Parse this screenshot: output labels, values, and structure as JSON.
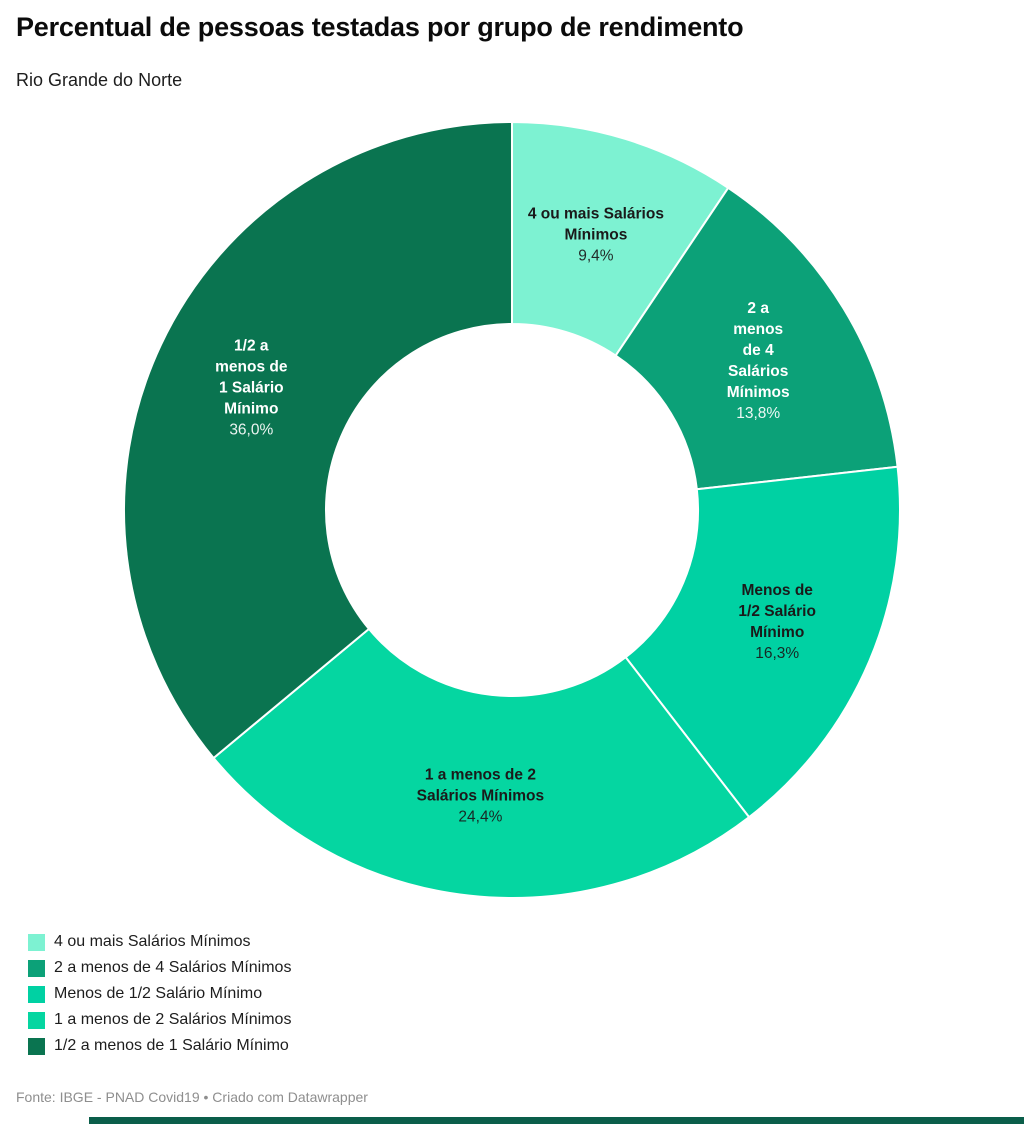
{
  "header": {
    "title": "Percentual de pessoas testadas por grupo de rendimento",
    "subtitle": "Rio Grande do Norte"
  },
  "footer": {
    "text": "Fonte: IBGE - PNAD Covid19 • Criado com Datawrapper"
  },
  "colors": {
    "background": "#ffffff",
    "title": "#0b0b0b",
    "subtitle": "#1d1d1d",
    "footer_text": "#8e8e8e",
    "accent_bar": "#0b5e4a",
    "slice_divider": "#ffffff"
  },
  "chart_data": {
    "type": "pie",
    "subtype": "donut",
    "title": "Percentual de pessoas testadas por grupo de rendimento",
    "subtitle": "Rio Grande do Norte",
    "unit": "%",
    "decimal_separator": ",",
    "direction": "clockwise",
    "start_angle_deg": 0,
    "legend_position": "bottom-left",
    "series": [
      {
        "label": "4 ou mais Salários Mínimos",
        "value": 9.4,
        "display": "9,4%",
        "color": "#7df2d2",
        "text_color": "#1a1a1a",
        "label_width": 160
      },
      {
        "label": "2 a menos de 4 Salários Mínimos",
        "value": 13.8,
        "display": "13,8%",
        "color": "#0ca178",
        "text_color": "#ffffff",
        "label_width": 70
      },
      {
        "label": "Menos de 1/2 Salário Mínimo",
        "value": 16.3,
        "display": "16,3%",
        "color": "#00d1a3",
        "text_color": "#1a1a1a",
        "label_width": 96
      },
      {
        "label": "1 a menos de 2 Salários Mínimos",
        "value": 24.4,
        "display": "24,4%",
        "color": "#05d6a1",
        "text_color": "#1a1a1a",
        "label_width": 150
      },
      {
        "label": "1/2 a menos de 1 Salário Mínimo",
        "value": 36.0,
        "display": "36,0%",
        "color": "#0a7450",
        "text_color": "#ffffff",
        "label_width": 84
      }
    ]
  }
}
